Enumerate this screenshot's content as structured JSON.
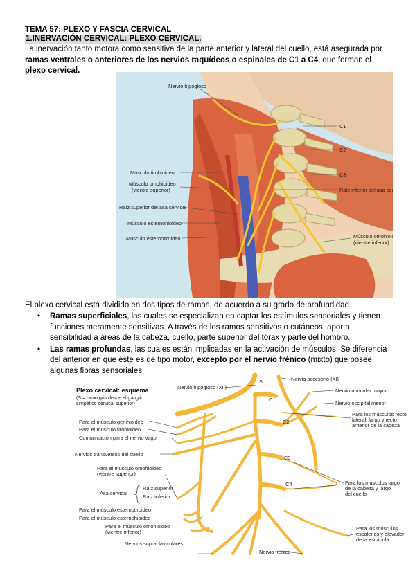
{
  "doc": {
    "title": "TEMA 57: PLEXO Y FASCIA CERVICAL",
    "section": "1.INERVACIÓN CERVICAL: PLEXO CERVICAL.",
    "intro_a": "La inervación tanto motora como sensitiva de la parte anterior y lateral del cuello, está asegurada por ",
    "intro_b": "ramas ventrales o anteriores de los nervios raquídeos o espinales de C1 a C4",
    "intro_c": ", que forman el ",
    "intro_d": "plexo cervical.",
    "para2": "El plexo cervical está dividido en dos tipos de ramas, de acuerdo a su grado de profundidad.",
    "bullet1_bold": "Ramas superficiales",
    "bullet1_text": ", las cuales se especializan en captar los estímulos sensoriales y tienen funciones meramente sensitivas. A través de los ramos sensitivos o cutáneos, aporta sensibilidad a áreas de la cabeza, cuello, parte superior del tórax y parte del hombro.",
    "bullet2_bold": "Las ramas profundas",
    "bullet2_text_a": ", las cuales están implicadas en la activación de músculos. Se diferencia del anterior en que éste es de tipo motor, ",
    "bullet2_bold2": "excepto por el nervio frénico",
    "bullet2_text_b": " (mixto) que posee algunas fibras sensoriales."
  },
  "figure1": {
    "labels": {
      "hipogloso": "Nervio hipogloso",
      "tirohioideo": "Músculo tirohioideo",
      "omohioideo_sup1": "Músculo omohioideo",
      "omohioideo_sup2": "(vientre superior)",
      "raiz_sup": "Raíz superior del asa cervical",
      "esternohioideo": "Músculo esternohioideo",
      "esternotiroideo": "Músculo esternotiroideo",
      "c1": "C1",
      "c2": "C2",
      "c3": "C3",
      "raiz_inf": "Raíz inferior del asa cervical",
      "omohioideo_inf1": "Músculo omohioideo",
      "omohioideo_inf2": "(vientre inferior)"
    }
  },
  "figure2": {
    "title": "Plexo cervical: esquema",
    "subtitle1": "(S = ramo gris desde el ganglio",
    "subtitle2": "simpático cervical superior)",
    "left": {
      "genihioideo": "Para el músculo genihioideo",
      "tirohioideo": "Para el músculo tirohioideo",
      "vago": "Comunicación para el nervio vago",
      "transversos": "Nervios transversos del cuello",
      "omo_sup1": "Para el músculo omohioideo",
      "omo_sup2": "(vientre superior)",
      "raiz_sup": "Raíz superior",
      "asa": "Asa cervical",
      "raiz_inf": "Raíz inferior",
      "esternotiroideo": "Para el músculo esternotiroideo",
      "esternohioideo": "Para el músculo esternohioideo",
      "omo_inf1": "Para el músculo omohioideo",
      "omo_inf2": "(vientre inferior)",
      "supraclav": "Nervios supraclaviculares"
    },
    "top": {
      "hipogloso": "Nervio hipogloso (XII)",
      "accesorio": "Nervio accesorio (XI)",
      "s": "S",
      "c1": "C1",
      "c2": "C2",
      "c3": "C3",
      "c4": "C4"
    },
    "right": {
      "auricular": "Nervio auricular mayor",
      "occipital": "Nervio occipital menor",
      "recto1": "Para los músculos recto",
      "recto2": "lateral, largo y recto",
      "recto3": "anterior de la cabeza",
      "largo1": "Para los músculos largo",
      "largo2": "de la cabeza y largo",
      "largo3": "del cuello",
      "escal1": "Para los músculos",
      "escal2": "escalenos y elevador",
      "escal3": "de la escápula",
      "frenico": "Nervio frénico"
    }
  }
}
